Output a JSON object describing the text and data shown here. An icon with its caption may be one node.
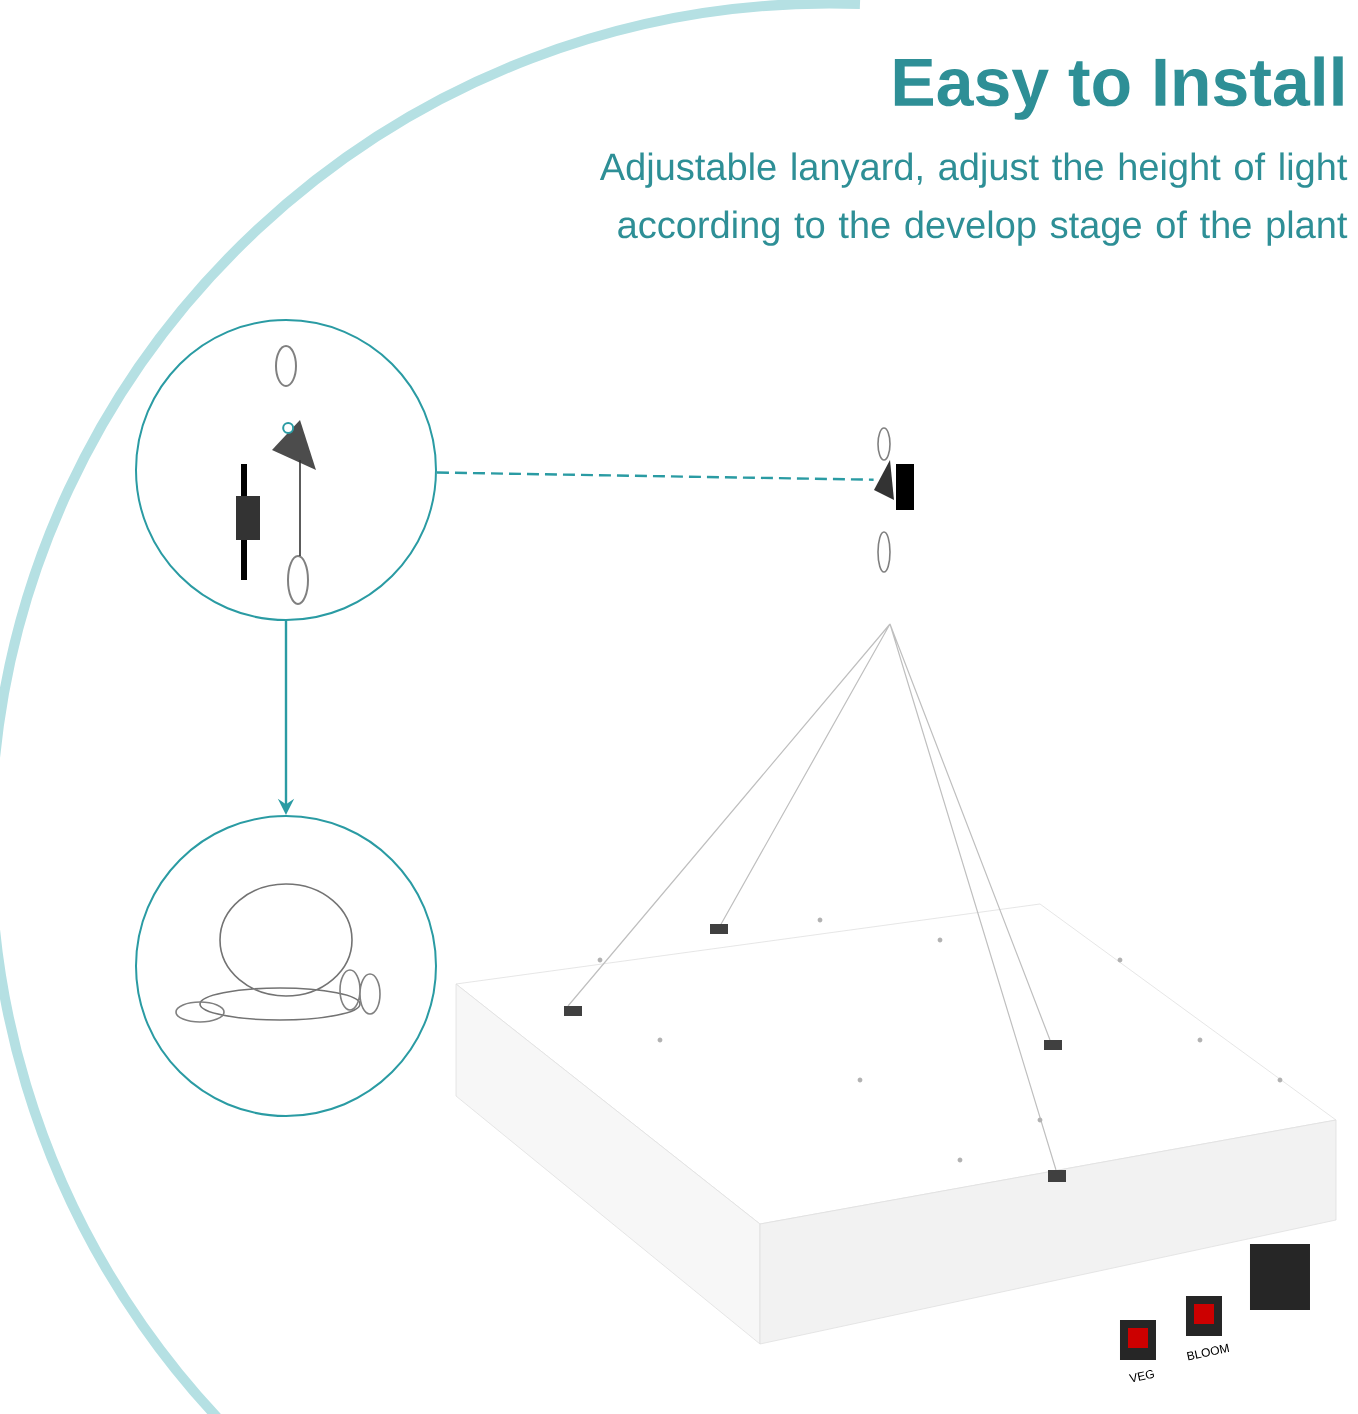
{
  "diagram": {
    "title": "Easy to Install",
    "nodes": [
      {
        "text": [],
        "shape": "circle"
      },
      {
        "text": [],
        "shape": "circle"
      },
      {
        "text": [],
        "shape": "picture"
      }
    ],
    "edges": [
      {
        "from": 0,
        "to": 2,
        "arrow": "none",
        "style": "dashed"
      },
      {
        "from": 0,
        "to": 1,
        "arrow": "to"
      }
    ],
    "labels": [
      "Adjustable lanyard, adjust the height of light according to the develop stage of the plant",
      "VEG",
      "BLOOM"
    ]
  }
}
